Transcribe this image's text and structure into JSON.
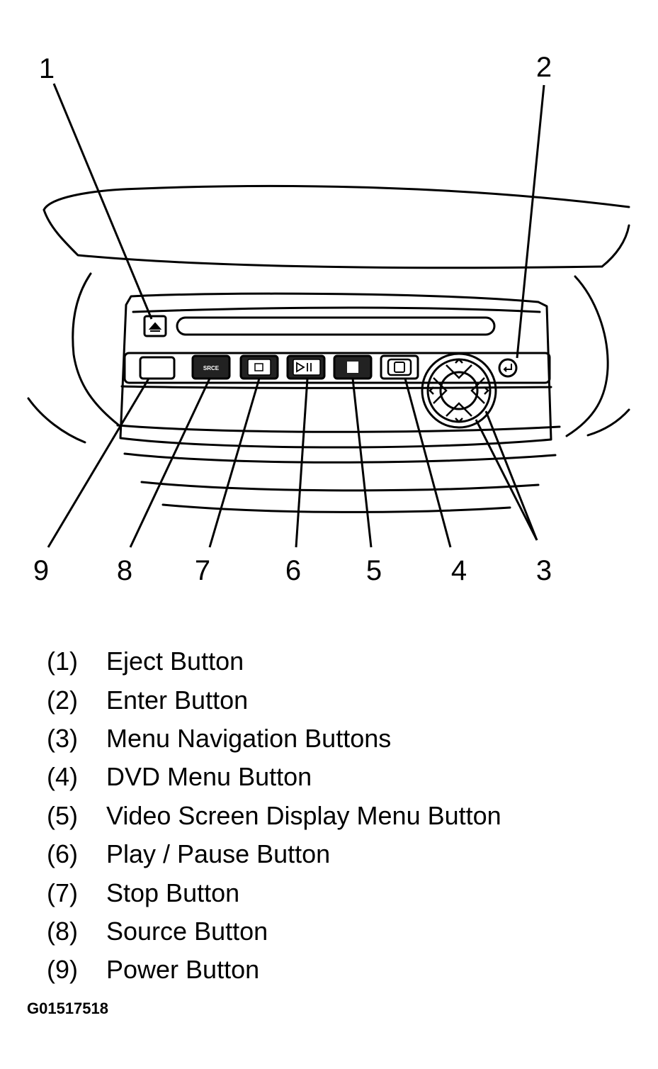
{
  "diagram": {
    "callouts": [
      "1",
      "2",
      "3",
      "4",
      "5",
      "6",
      "7",
      "8",
      "9"
    ],
    "source_button_label": "SRCE"
  },
  "legend": [
    {
      "num": "(1)",
      "label": "Eject Button"
    },
    {
      "num": "(2)",
      "label": "Enter Button"
    },
    {
      "num": "(3)",
      "label": "Menu Navigation Buttons"
    },
    {
      "num": "(4)",
      "label": "DVD Menu Button"
    },
    {
      "num": "(5)",
      "label": "Video Screen Display Menu Button"
    },
    {
      "num": "(6)",
      "label": "Play / Pause Button"
    },
    {
      "num": "(7)",
      "label": "Stop Button"
    },
    {
      "num": "(8)",
      "label": "Source Button"
    },
    {
      "num": "(9)",
      "label": "Power Button"
    }
  ],
  "figure_id": "G01517518"
}
